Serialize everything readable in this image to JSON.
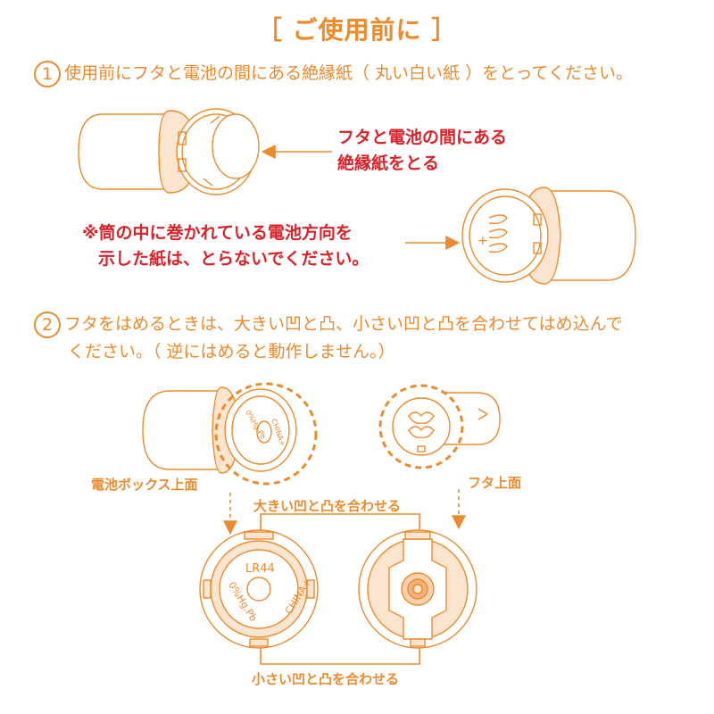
{
  "title": "［ ご使用前に ］",
  "step1": {
    "number": "1",
    "text": "使用前にフタと電池の間にある絶縁紙（ 丸い白い紙 ）をとってください。",
    "callout_line1": "フタと電池の間にある",
    "callout_line2": "絶縁紙をとる",
    "note_line1": "※筒の中に巻かれている電池方向を",
    "note_line2": "示した紙は、とらないでください。"
  },
  "step2": {
    "number": "2",
    "text_line1": "フタをはめるときは、大きい凹と凸、小さい凹と凸を合わせてはめ込んで",
    "text_line2": "ください。（ 逆にはめると動作しません。）",
    "label_battery_box": "電池ボックス上面",
    "label_cap": "フタ上面",
    "label_big": "大きい凹と凸を合わせる",
    "label_small": "小さい凹と凸を合わせる",
    "coin_text_top": "LR44",
    "coin_text_left": "0%Hg.Pb",
    "coin_text_right": "CHINA+",
    "small_coin_text_1": "0%Hg,Pb",
    "small_coin_text_2": "CHINA+"
  },
  "colors": {
    "accent": "#ec8b2e",
    "red": "#d9232a",
    "fill_light": "#fbe5cf"
  }
}
